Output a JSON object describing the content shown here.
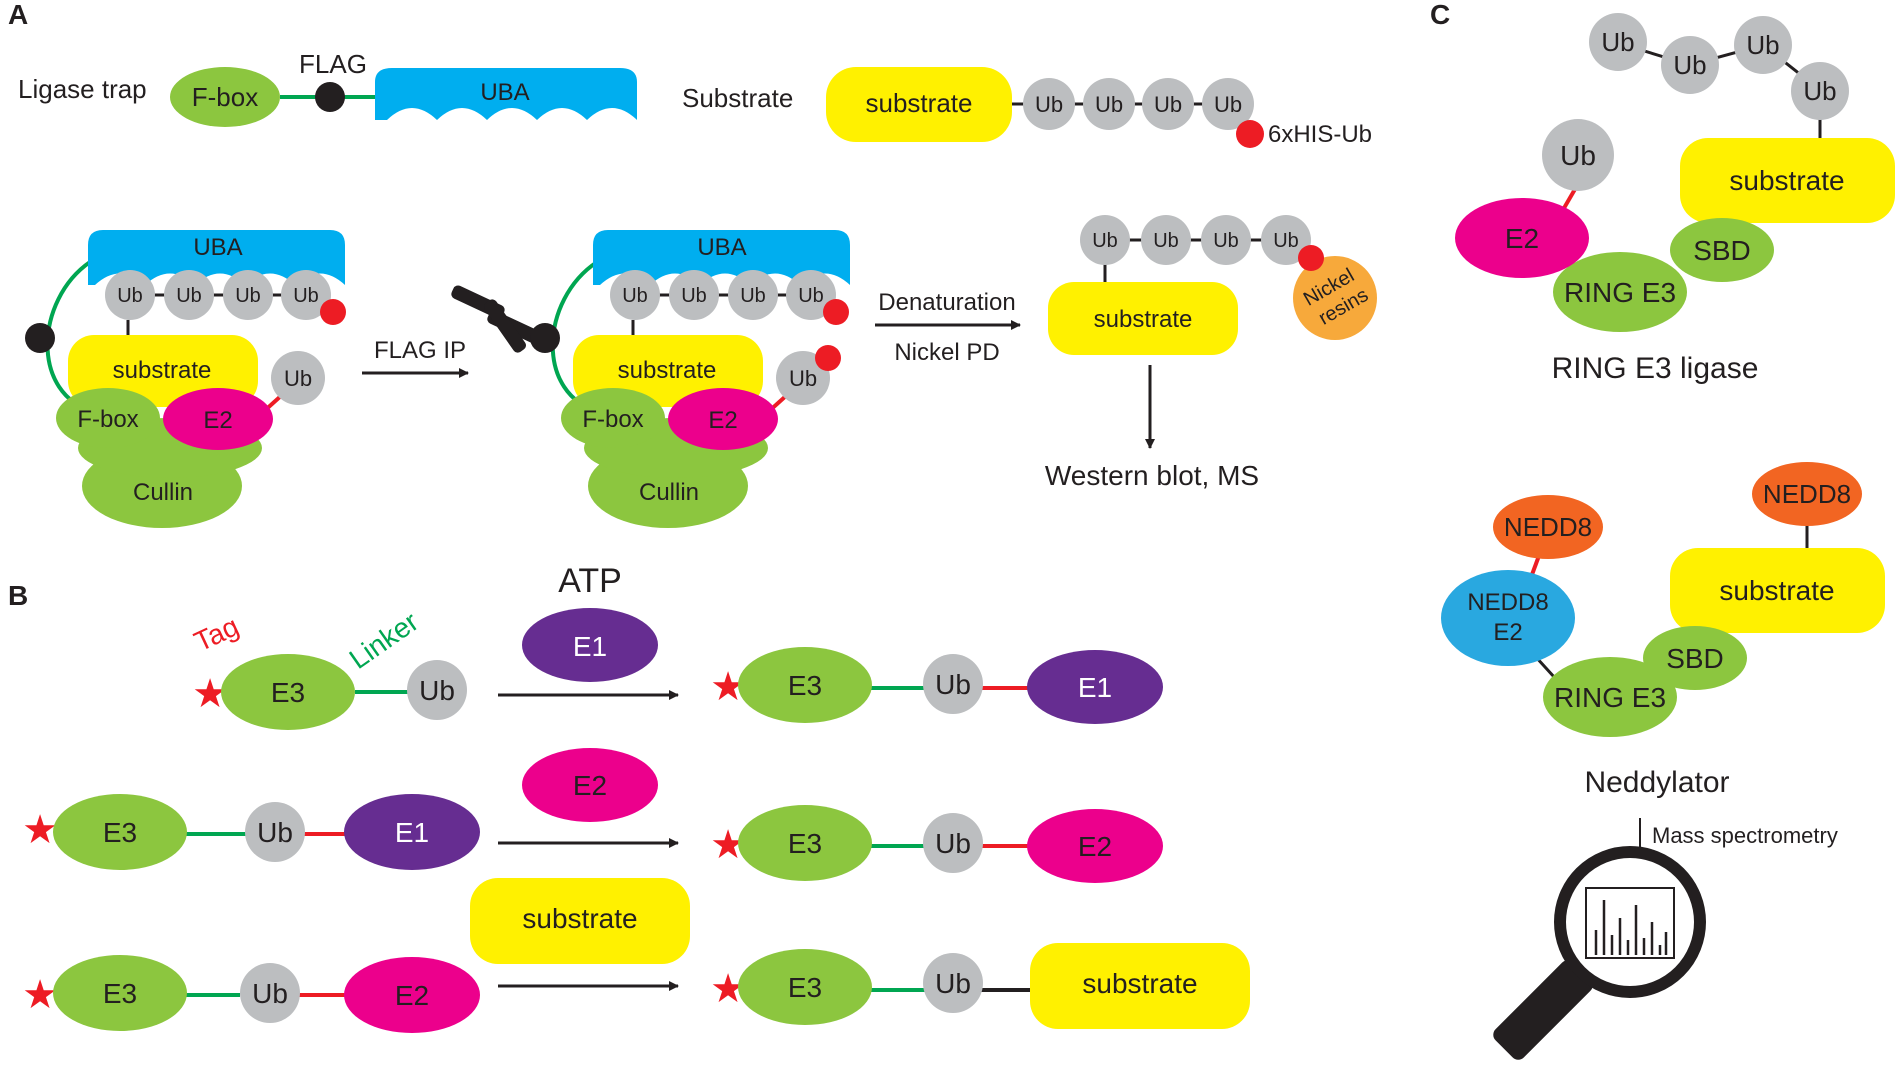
{
  "colors": {
    "green": "#8cc63f",
    "blue": "#00aeef",
    "yellow": "#fff100",
    "gray": "#bcbec0",
    "magenta": "#ec008c",
    "purple": "#662d91",
    "orange": "#f26522",
    "light_blue": "#29a8e0",
    "red": "#ed1c24",
    "linker_green": "#00a651",
    "nickel_orange": "#f7a93b",
    "black": "#231f20"
  },
  "panels": {
    "a": {
      "label": "A",
      "ligase_trap_label": "Ligase trap",
      "fbox": "F-box",
      "flag": "FLAG",
      "uba": "UBA",
      "substrate_label": "Substrate",
      "substrate": "substrate",
      "ub": "Ub",
      "his_ub": "6xHIS-Ub",
      "e2": "E2",
      "cullin": "Cullin",
      "flag_ip": "FLAG IP",
      "denaturation": "Denaturation",
      "nickel_pd": "Nickel PD",
      "nickel_resins": [
        "Nickel",
        "resins"
      ],
      "readout": "Western blot, MS"
    },
    "b": {
      "label": "B",
      "tag": "Tag",
      "linker": "Linker",
      "atp": "ATP",
      "e1": "E1",
      "e2": "E2",
      "e3": "E3",
      "ub": "Ub",
      "substrate": "substrate"
    },
    "c": {
      "label": "C",
      "ub": "Ub",
      "e2": "E2",
      "substrate": "substrate",
      "sbd": "SBD",
      "ring_e3": "RING E3",
      "ring_caption": "RING E3 ligase",
      "nedd8": "NEDD8",
      "nedd8_e2": [
        "NEDD8",
        "E2"
      ],
      "neddylator": "Neddylator",
      "mass_spec": "Mass spectrometry"
    }
  }
}
